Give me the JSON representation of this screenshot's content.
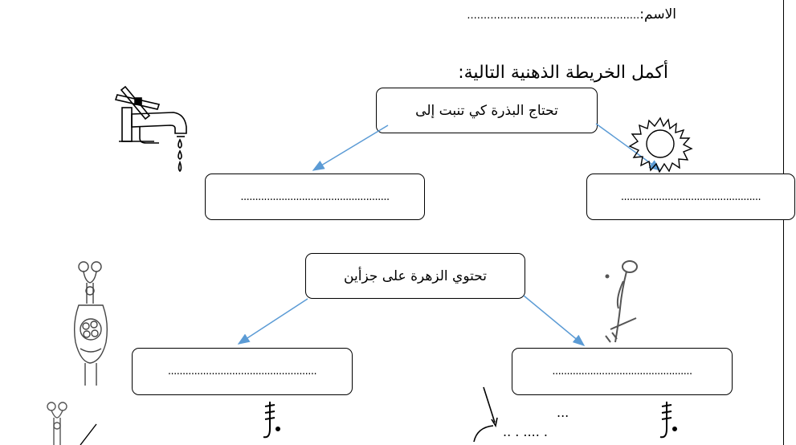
{
  "header": {
    "name_label": "الاسم:",
    "name_dots": "...................................................."
  },
  "instruction": "أكمل الخريطة الذهنية التالية:",
  "map1": {
    "center": "تحتاج البذرة كي تنبت إلى",
    "left_blank": "...................................................",
    "right_blank": "................................................"
  },
  "map2": {
    "center": "تحتوي الزهرة على جزأين",
    "left_blank": "...................................................",
    "right_blank": "................................................"
  },
  "bottom": {
    "dots_upper": "...",
    "dots_lower": ".. . .... ."
  },
  "icons": {
    "tap": "water-tap-icon",
    "sun": "sun-icon",
    "flower_part_left": "flower-cross-section-icon",
    "flower_part_right": "flower-stem-sketch-icon"
  },
  "colors": {
    "arrow": "#5b9bd5",
    "ink": "#000000"
  }
}
